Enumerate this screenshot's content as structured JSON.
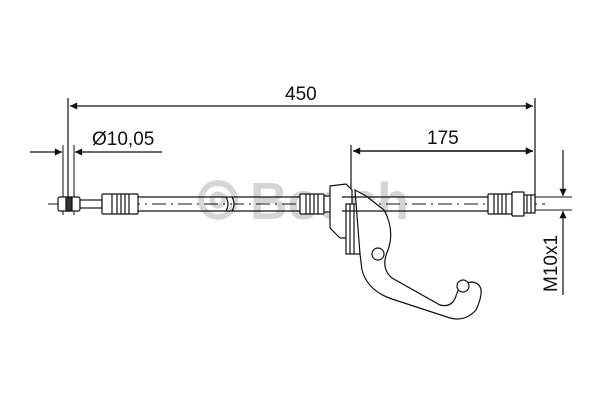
{
  "diagram": {
    "type": "technical-drawing",
    "subject": "brake hose",
    "watermark": "Bosch",
    "watermark_symbol": "©",
    "dimensions": {
      "overall_length": "450",
      "fitting_length": "175",
      "diameter": "Ø10,05",
      "thread": "M10x1"
    },
    "colors": {
      "line": "#111111",
      "watermark": "#c8c8c8",
      "background": "#ffffff"
    }
  }
}
